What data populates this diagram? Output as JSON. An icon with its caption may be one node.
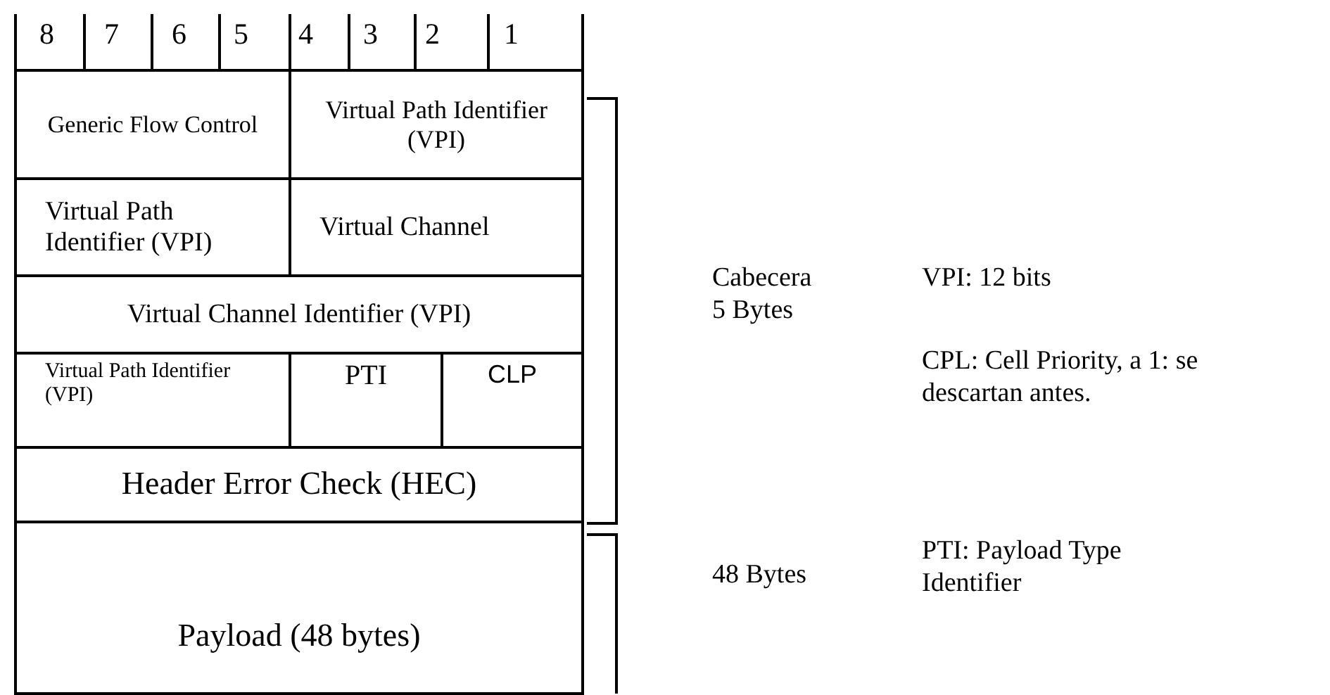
{
  "diagram": {
    "nodes": [
      {
        "text": [
          "Generic Flow Control"
        ]
      },
      {
        "text": [
          "Virtual Path Identifier (VPI)"
        ]
      },
      {
        "text": [
          "Virtual Path Identifier (VPI)"
        ]
      },
      {
        "text": [
          "Virtual Channel"
        ]
      },
      {
        "text": [
          "Virtual Channel Identifier (VPI)"
        ]
      },
      {
        "text": [
          "Virtual Path Identifier (VPI)"
        ]
      },
      {
        "text": [
          "PTI"
        ]
      },
      {
        "text": [
          "CLP"
        ]
      },
      {
        "text": [
          "Header Error Check (HEC)"
        ]
      },
      {
        "text": [
          "Payload (48 bytes)"
        ]
      }
    ],
    "edges": [],
    "labels": [
      "8",
      "7",
      "6",
      "5",
      "4",
      "3",
      "2",
      "1",
      "Cabecera 5 Bytes",
      "VPI: 12 bits",
      "CPL: Cell Priority, a 1: se descartan antes.",
      "48 Bytes",
      "PTI: Payload Type Identifier"
    ]
  }
}
